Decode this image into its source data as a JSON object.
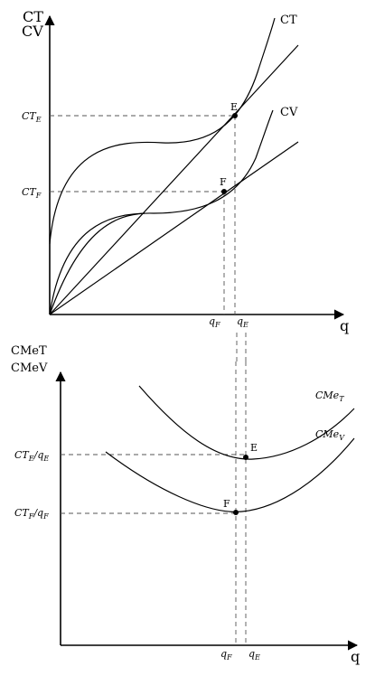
{
  "top": {
    "y_axis_label_1": "CT",
    "y_axis_label_2": "CV",
    "x_axis_label": "q",
    "curve_ct_label": "CT",
    "curve_cv_label": "CV",
    "point_e_label": "E",
    "point_f_label": "F",
    "tick_cte": {
      "main": "CT",
      "sub": "E"
    },
    "tick_ctf": {
      "main": "CT",
      "sub": "F"
    },
    "tick_qf": {
      "main": "q",
      "sub": "F"
    },
    "tick_qe": {
      "main": "q",
      "sub": "E"
    }
  },
  "bottom": {
    "y_axis_label_1": "CMeT",
    "y_axis_label_2": "CMeV",
    "x_axis_label": "q",
    "curve_cmet_label": {
      "main": "CMe",
      "sub": "T"
    },
    "curve_cmev_label": {
      "main": "CMe",
      "sub": "V"
    },
    "point_e_label": "E",
    "point_f_label": "F",
    "tick_cte_qe": {
      "main": "CT",
      "sub1": "E",
      "mid": "/q",
      "sub2": "E"
    },
    "tick_ctf_qf": {
      "main": "CT",
      "sub1": "F",
      "mid": "/q",
      "sub2": "F"
    },
    "tick_qf": {
      "main": "q",
      "sub": "F"
    },
    "tick_qe": {
      "main": "q",
      "sub": "E"
    }
  }
}
